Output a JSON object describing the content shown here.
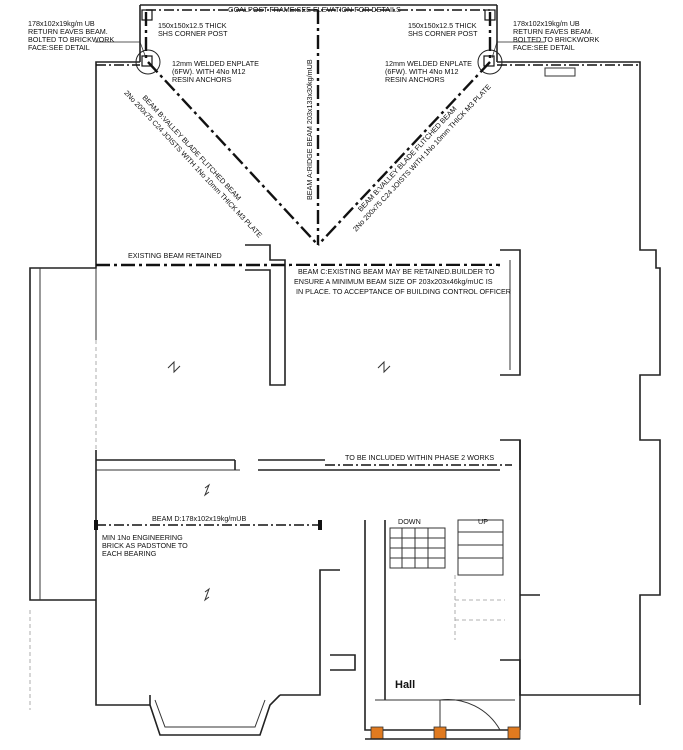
{
  "labels": {
    "goalpost": "GOALPOST FRAME:SEE ELEVATION FOR DETAILS",
    "left_ub": [
      "178x102x19kg/m UB",
      "RETURN EAVES BEAM.",
      "BOLTED TO BRICKWORK",
      "FACE:SEE DETAIL"
    ],
    "right_ub": [
      "178x102x19kg/m UB",
      "RETURN EAVES BEAM.",
      "BOLTED TO BRICKWORK",
      "FACE:SEE DETAIL"
    ],
    "left_shs": [
      "150x150x12.5 THICK",
      "SHS CORNER POST"
    ],
    "right_shs": [
      "150x150x12.5 THICK",
      "SHS CORNER POST"
    ],
    "left_enplate": [
      "12mm WELDED ENPLATE",
      "(6FW). WITH 4No M12",
      "RESIN ANCHORS"
    ],
    "right_enplate": [
      "12mm WELDED ENPLATE",
      "(6FW). WITH 4No M12",
      "RESIN ANCHORS"
    ],
    "ridge_beam": "BEAM A:RIDGE BEAM 203x133x30kg/mUB",
    "left_valley": [
      "BEAM B:VALLEY BLADE FLITCHED BEAM",
      "2No 200x75 C24 JOISTS WITH 1No 10mm THICK M3 PLATE"
    ],
    "right_valley": [
      "BEAM B:VALLEY BLADE FLITCHED BEAM",
      "2No 200x75 C24 JOISTS WITH 1No 10mm THICK M3 PLATE"
    ],
    "existing_beam": "EXISTING BEAM RETAINED",
    "beam_c": [
      "BEAM C:EXISTING BEAM MAY BE RETAINED.BUILDER TO",
      "ENSURE A MINIMUM BEAM SIZE OF 203x203x46kg/mUC IS",
      "IN PLACE. TO ACCEPTANCE OF BUILDING CONTROL OFFICER"
    ],
    "phase2": "TO BE INCLUDED WITHIN PHASE 2 WORKS",
    "beam_d": "BEAM D:178x102x19kg/mUB",
    "padstone": [
      "MIN 1No ENGINEERING",
      "BRICK AS PADSTONE TO",
      "EACH BEARING"
    ],
    "down": "DOWN",
    "up": "UP",
    "hall": "Hall"
  },
  "colors": {
    "line": "#222222",
    "post_fill": "#e07a1f"
  }
}
